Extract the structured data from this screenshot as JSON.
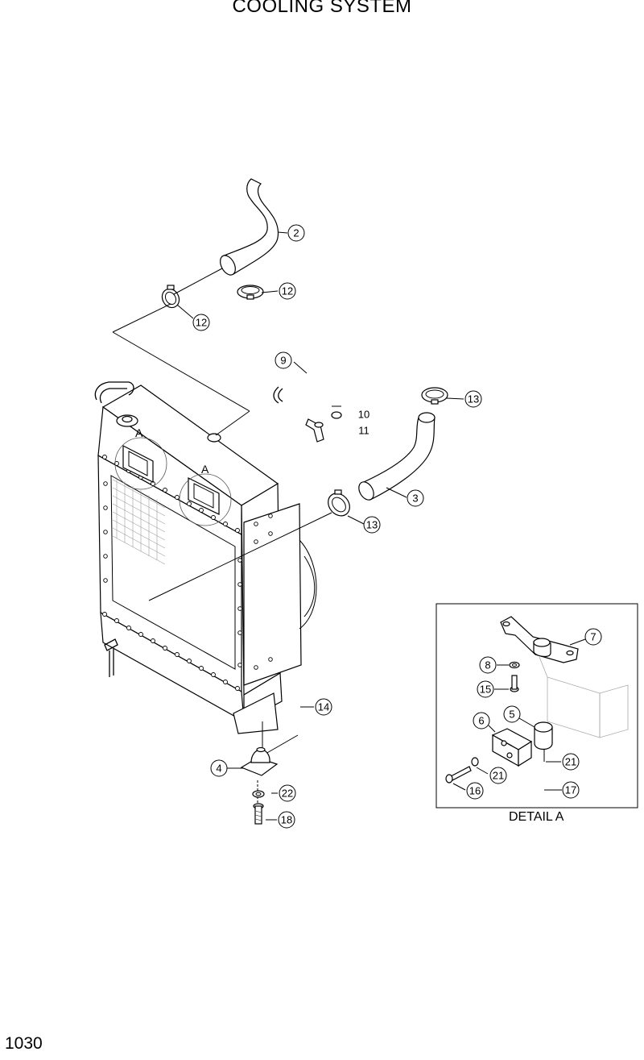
{
  "title": "COOLING SYSTEM",
  "page_number": "1030",
  "detail_label": "DETAIL A",
  "view_marks": [
    "A",
    "A"
  ],
  "callouts": {
    "c2": "2",
    "c12a": "12",
    "c12b": "12",
    "c9": "9",
    "c10": "10",
    "c11": "11",
    "c13a": "13",
    "c13b": "13",
    "c3": "3",
    "c14": "14",
    "c4": "4",
    "c22": "22",
    "c18": "18",
    "c7": "7",
    "c8": "8",
    "c15": "15",
    "c6": "6",
    "c5": "5",
    "c21a": "21",
    "c21b": "21",
    "c16": "16",
    "c17": "17"
  }
}
